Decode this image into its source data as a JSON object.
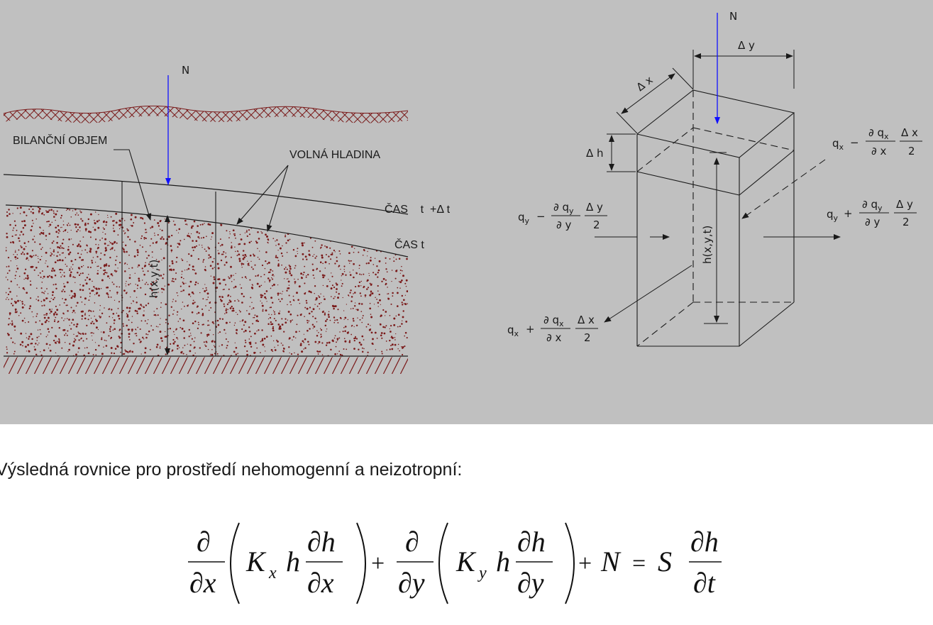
{
  "left_diagram": {
    "rain_label": "N",
    "balance_volume_label": "BILANČNÍ OBJEM",
    "water_table_label": "VOLNÁ HLADINA",
    "time_t_dt_label": "ČAS    t  +Δ t",
    "time_t_label": "ČAS t",
    "head_label": "h(x,y,t)"
  },
  "right_diagram": {
    "rain_label": "N",
    "dy_label": "Δ y",
    "dx_label": "Δ x",
    "dh_label": "Δ h",
    "head_label": "h(x,y,t)",
    "flux_qx_minus": {
      "prefix": "q",
      "sub": "x",
      "op": "−",
      "num": "∂ q",
      "num_sub": "x",
      "den": "∂ x",
      "frac_num": "Δ x",
      "frac_den": "2"
    },
    "flux_qy_minus": {
      "prefix": "q",
      "sub": "y",
      "op": "−",
      "num": "∂ q",
      "num_sub": "y",
      "den": "∂ y",
      "frac_num": "Δ y",
      "frac_den": "2"
    },
    "flux_qy_plus": {
      "prefix": "q",
      "sub": "y",
      "op": "+",
      "num": "∂ q",
      "num_sub": "y",
      "den": "∂ y",
      "frac_num": "Δ y",
      "frac_den": "2"
    },
    "flux_qx_plus": {
      "prefix": "q",
      "sub": "x",
      "op": "+",
      "num": "∂ q",
      "num_sub": "x",
      "den": "∂ x",
      "frac_num": "Δ x",
      "frac_den": "2"
    }
  },
  "caption": "Výsledná rovnice pro prostředí nehomogenní a neizotropní:",
  "equation": {
    "partial": "∂",
    "dx": "∂x",
    "dy": "∂y",
    "dh": "∂h",
    "dt": "∂t",
    "Kx": "K",
    "Kx_sub": "x",
    "Ky": "K",
    "Ky_sub": "y",
    "h": "h",
    "plus": "+",
    "N": "N",
    "equals": "=",
    "S": "S"
  },
  "colors": {
    "figure_background": "#c0c0c0",
    "rain_arrow": "#1010ff",
    "soil_hatch": "#7a1a1a"
  }
}
